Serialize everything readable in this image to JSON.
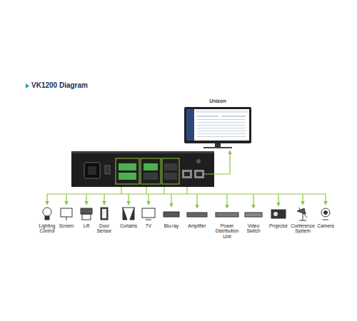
{
  "diagram": {
    "title": "VK1200 Diagram",
    "nodes": [
      {
        "text": [
          "Unizon"
        ]
      }
    ],
    "labels": [
      "Lighting Control",
      "Screen",
      "Lift",
      "Door Sensor",
      "Curtains",
      "TV",
      "Blu-ray",
      "Amplifier",
      "Power Distribution Unit",
      "Video Switch",
      "Projector",
      "Conference System",
      "Camera"
    ]
  }
}
